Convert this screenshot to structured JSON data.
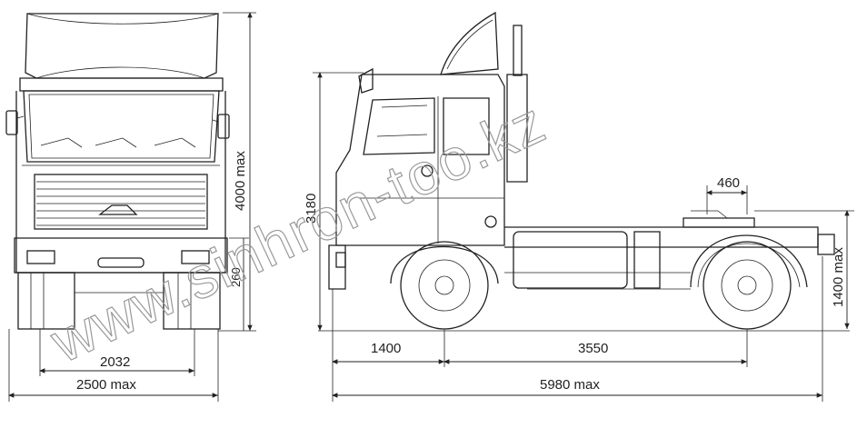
{
  "front_view": {
    "height_total": "4000 max",
    "height_ground": "260",
    "track": "2032",
    "width_total": "2500 max"
  },
  "side_view": {
    "cab_height": "3180",
    "coupling_offset": "460",
    "coupling_height": "1400 max",
    "front_overhang": "1400",
    "wheelbase": "3550",
    "length_total": "5980 max"
  },
  "watermark": "www.sinhron-too.kz"
}
